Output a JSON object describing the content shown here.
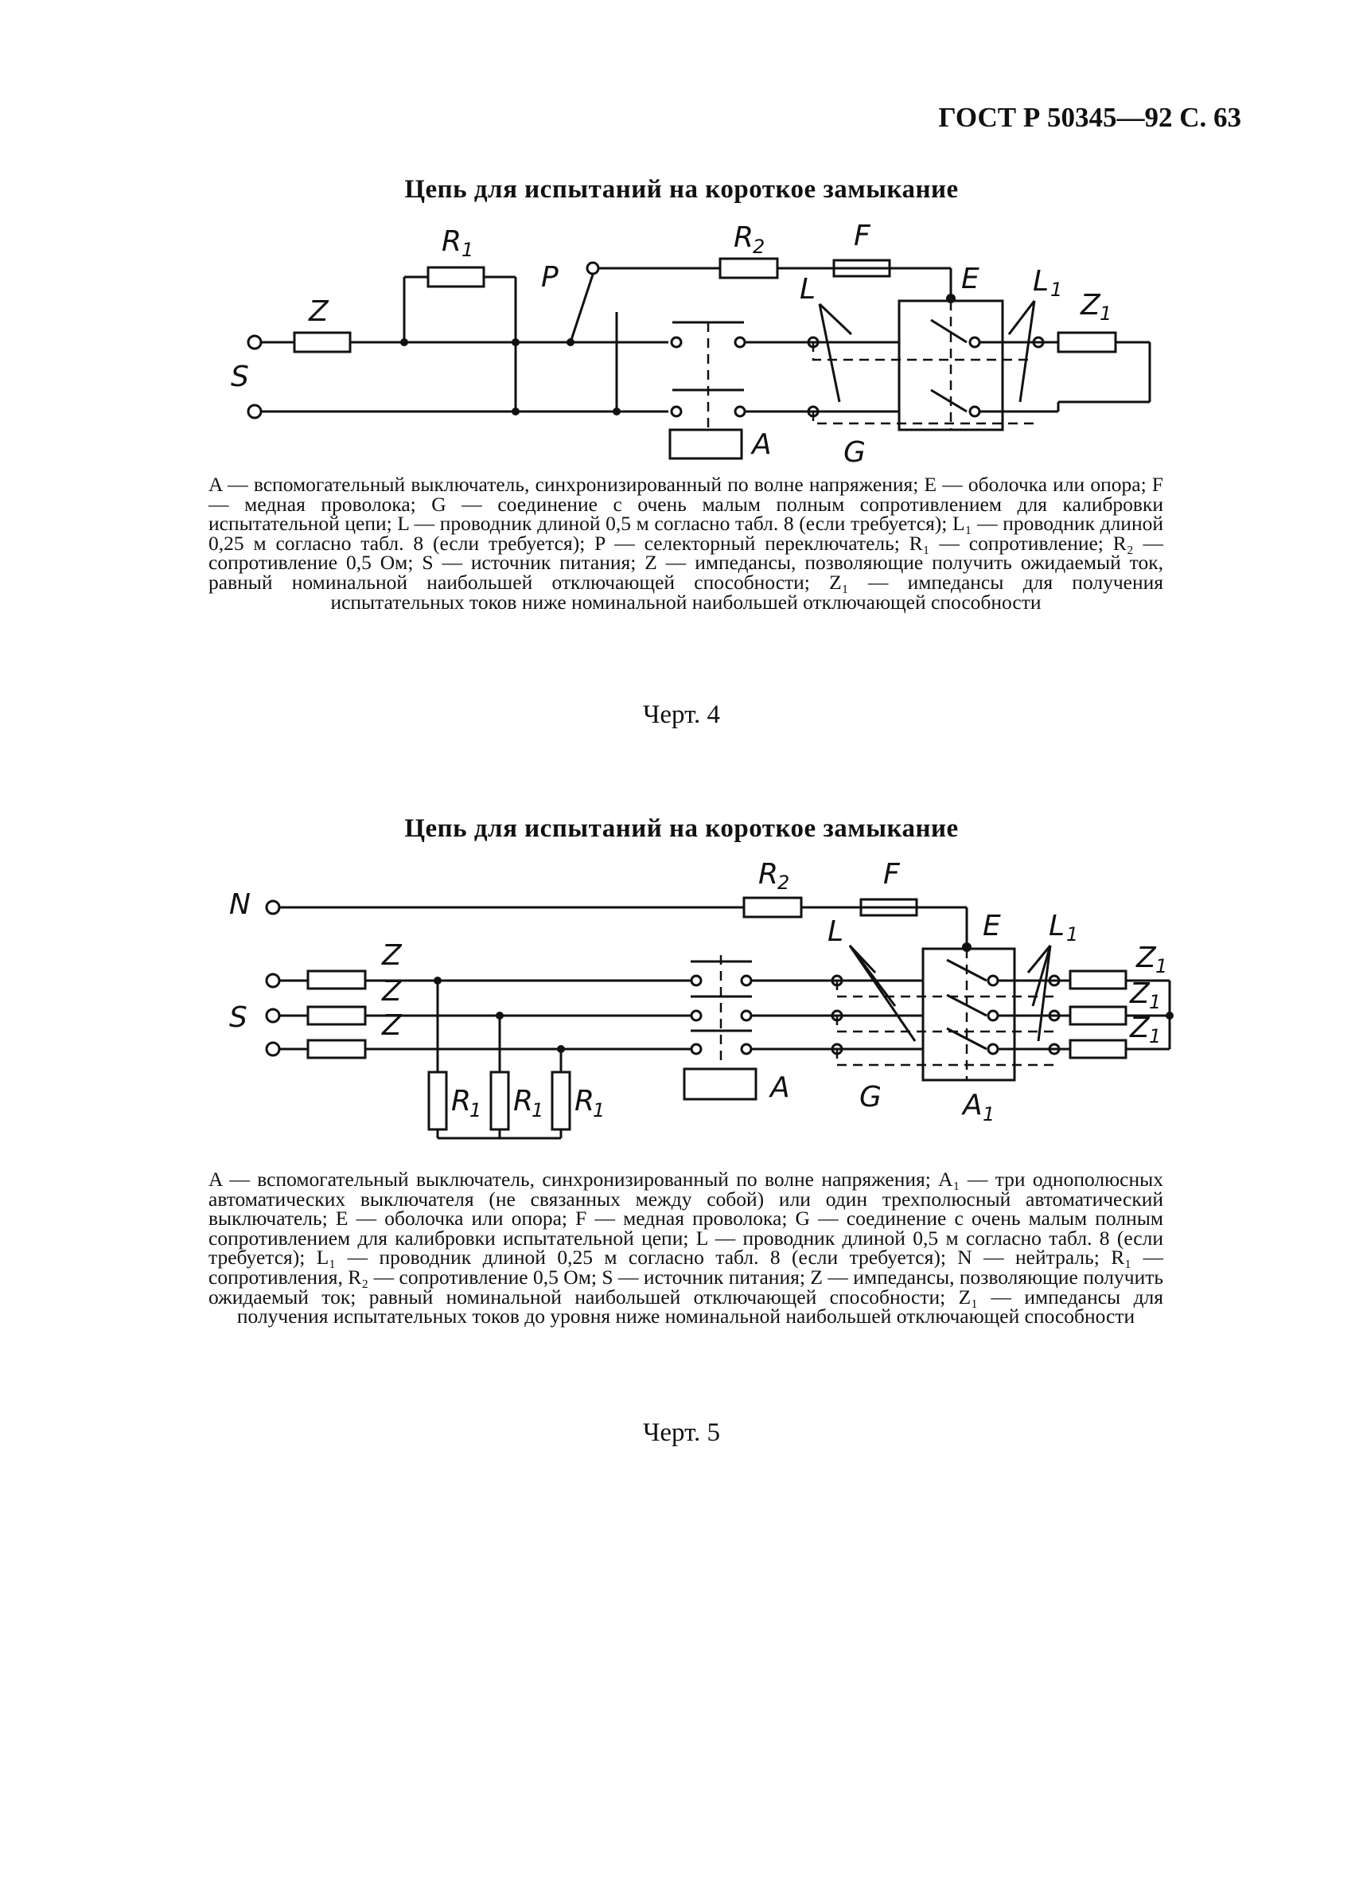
{
  "header": "ГОСТ Р 50345—92 С. 63",
  "figure4": {
    "title": "Цепь для испытаний на короткое замыкание",
    "labels": {
      "R1": "R",
      "R1_sub": "1",
      "R2": "R",
      "R2_sub": "2",
      "F": "F",
      "P": "P",
      "Z": "Z",
      "S": "S",
      "E": "E",
      "L": "L",
      "L1": "L",
      "L1_sub": "1",
      "Z1": "Z",
      "Z1_sub": "1",
      "A": "A",
      "G": "G"
    },
    "caption": "A — вспомогательный выключатель, синхронизированный по волне напряжения; E — оболочка или опора; F — медная проволока; G — соединение с очень малым полным сопротивлением для калибровки испытательной цепи; L — проводник длиной 0,5 м согласно табл. 8 (если требуется); L₁ — проводник длиной 0,25 м согласно табл. 8 (если требуется); P — селекторный переключатель; R₁ — сопротивление; R₂ — сопротивление 0,5 Ом; S — источник питания; Z — импедансы, позволяющие получить ожидаемый ток, равный номинальной наибольшей отключающей способности; Z₁ — импедансы для получения испытательных токов ниже номинальной наибольшей отключающей способности",
    "label": "Черт. 4"
  },
  "figure5": {
    "title": "Цепь для испытаний на короткое замыкание",
    "labels": {
      "N": "N",
      "S": "S",
      "Z": "Z",
      "R2": "R",
      "R2_sub": "2",
      "F": "F",
      "E": "E",
      "L": "L",
      "L1": "L",
      "L1_sub": "1",
      "Z1": "Z",
      "Z1_sub": "1",
      "R1": "R",
      "R1_sub": "1",
      "A": "A",
      "G": "G",
      "A1": "A",
      "A1_sub": "1"
    },
    "caption": "A — вспомогательный выключатель, синхронизированный по волне напряжения; A₁ — три однополюсных автоматических выключателя (не связанных между собой) или один трехполюсный автоматический выключатель; E — оболочка или опора; F — медная проволока; G — соединение с очень малым полным сопротивлением для калибровки испытательной цепи; L — проводник длиной 0,5 м согласно табл. 8 (если требуется); L₁ — проводник длиной 0,25 м согласно табл. 8 (если требуется); N — нейтраль; R₁ — сопротивления, R₂ — сопротивление 0,5 Ом; S — источник питания; Z — импедансы, позволяющие получить ожидаемый ток; равный номинальной наибольшей отключающей способности; Z₁ — импедансы для получения испытательных токов до уровня ниже номинальной наибольшей отключающей способности",
    "label": "Черт. 5"
  }
}
